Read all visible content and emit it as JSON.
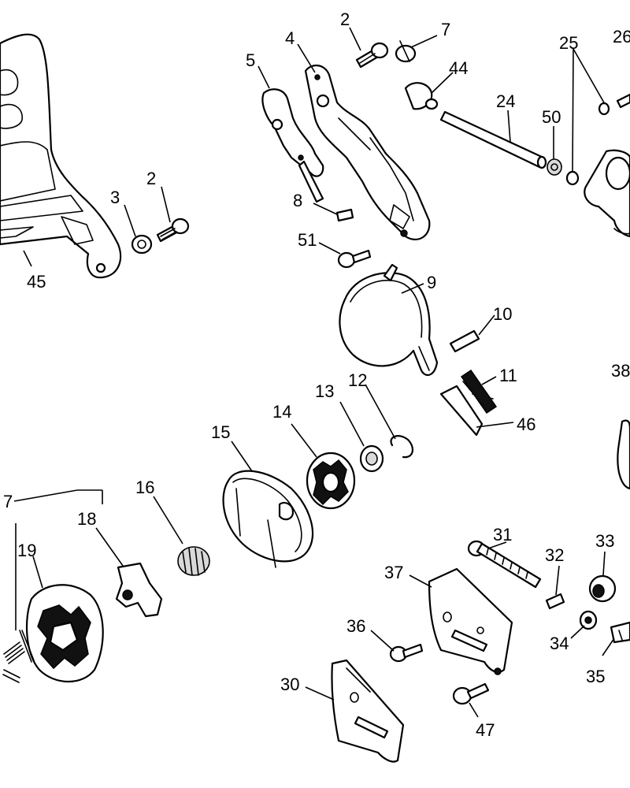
{
  "callouts": [
    {
      "id": "c2a",
      "text": "2"
    },
    {
      "id": "c7a",
      "text": "7"
    },
    {
      "id": "c4",
      "text": "4"
    },
    {
      "id": "c44",
      "text": "44"
    },
    {
      "id": "c5",
      "text": "5"
    },
    {
      "id": "c25",
      "text": "25"
    },
    {
      "id": "c26",
      "text": "26"
    },
    {
      "id": "c24",
      "text": "24"
    },
    {
      "id": "c50",
      "text": "50"
    },
    {
      "id": "c2b",
      "text": "2"
    },
    {
      "id": "c3",
      "text": "3"
    },
    {
      "id": "c8",
      "text": "8"
    },
    {
      "id": "c51",
      "text": "51"
    },
    {
      "id": "c45",
      "text": "45"
    },
    {
      "id": "c9",
      "text": "9"
    },
    {
      "id": "c10",
      "text": "10"
    },
    {
      "id": "c11",
      "text": "11"
    },
    {
      "id": "c38",
      "text": "38"
    },
    {
      "id": "c46",
      "text": "46"
    },
    {
      "id": "c13",
      "text": "13"
    },
    {
      "id": "c12",
      "text": "12"
    },
    {
      "id": "c14",
      "text": "14"
    },
    {
      "id": "c15",
      "text": "15"
    },
    {
      "id": "c7b",
      "text": "7"
    },
    {
      "id": "c16",
      "text": "16"
    },
    {
      "id": "c18",
      "text": "18"
    },
    {
      "id": "c19",
      "text": "19"
    },
    {
      "id": "c31",
      "text": "31"
    },
    {
      "id": "c33",
      "text": "33"
    },
    {
      "id": "c32",
      "text": "32"
    },
    {
      "id": "c37",
      "text": "37"
    },
    {
      "id": "c36",
      "text": "36"
    },
    {
      "id": "c34",
      "text": "34"
    },
    {
      "id": "c35",
      "text": "35"
    },
    {
      "id": "c30",
      "text": "30"
    },
    {
      "id": "c47",
      "text": "47"
    }
  ]
}
